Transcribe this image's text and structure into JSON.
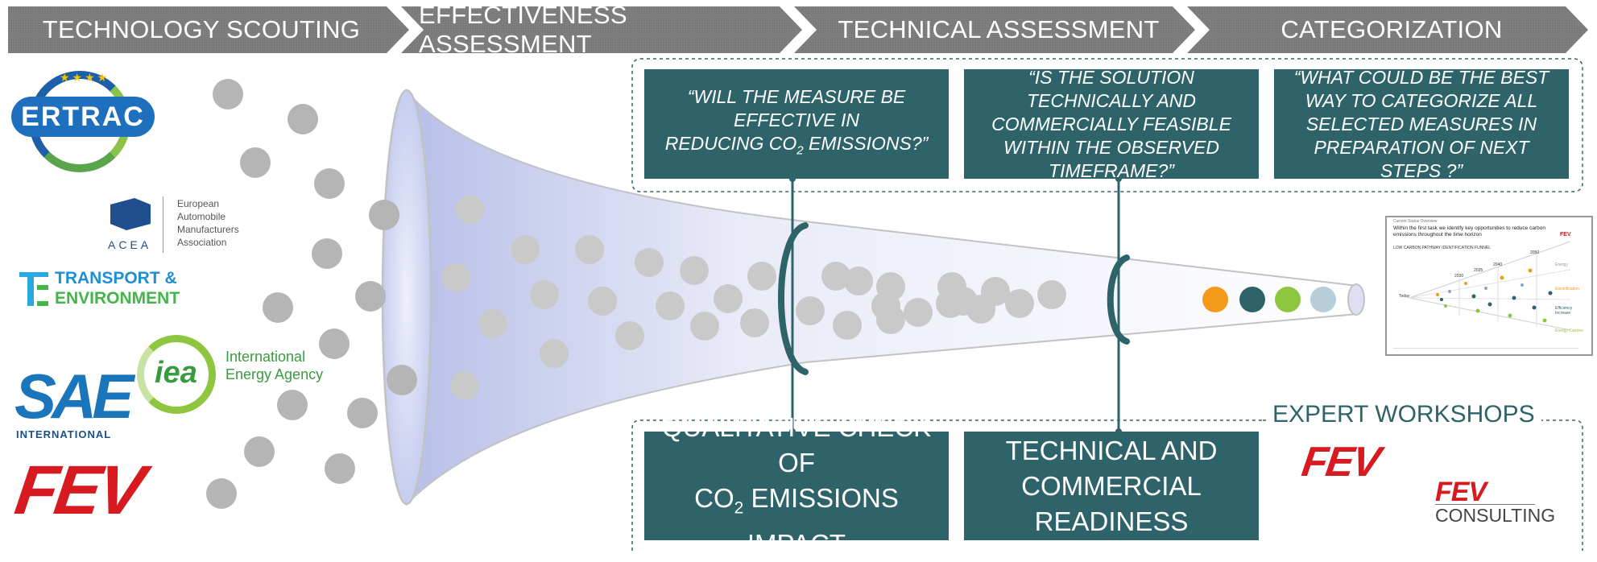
{
  "phases": [
    "TECHNOLOGY SCOUTING",
    "EFFECTIVENESS ASSESSMENT",
    "TECHNICAL ASSESSMENT",
    "CATEGORIZATION"
  ],
  "questions": [
    {
      "line1": "“WILL THE MEASURE BE EFFECTIVE IN",
      "line2_pre": "REDUCING CO",
      "line2_sub": "2",
      "line2_post": " EMISSIONS?”"
    },
    {
      "text": "“IS THE SOLUTION TECHNICALLY AND COMMERCIALLY FEASIBLE WITHIN THE OBSERVED TIMEFRAME?”"
    },
    {
      "text": "“WHAT COULD BE THE BEST WAY TO CATEGORIZE ALL SELECTED MEASURES IN PREPARATION OF NEXT STEPS ?”"
    }
  ],
  "checks": [
    {
      "line1": "QUALITATIVE CHECK OF",
      "line2_pre": "CO",
      "line2_sub": "2",
      "line2_post": " EMISSIONS IMPACT"
    },
    {
      "text": "TECHNICAL AND COMMERCIAL READINESS"
    }
  ],
  "expert_workshops": "EXPERT WORKSHOPS",
  "logos": {
    "ertrac": "ERTRAC",
    "acea_short": "ACEA",
    "acea_full": [
      "European",
      "Automobile",
      "Manufacturers",
      "Association"
    ],
    "te": [
      "TRANSPORT &",
      "ENVIRONMENT"
    ],
    "sae": "SAE",
    "sae_sub": "INTERNATIONAL",
    "iea": "iea",
    "iea_full": [
      "International",
      "Energy Agency"
    ],
    "fev": "FEV",
    "fev_consulting": "CONSULTING"
  },
  "thumbnail": {
    "header": "Current Status Overview",
    "title": "Within the first task we identify key opportunities to reduce carbon emissions throughout the time horizon",
    "subtitle": "LOW CARBON PATHWAY IDENTIFICATION FUNNEL",
    "years": [
      "2030",
      "2040",
      "2050",
      "2035"
    ],
    "start": "Today",
    "categories": [
      "Energy",
      "Electrification",
      "Efficiency Increase",
      "Energy Carriers"
    ]
  },
  "colors": {
    "banner": "#7a7a7a",
    "teal": "#2e6469",
    "fev_red": "#d71920",
    "output_dots": [
      "#f39a1d",
      "#2e6469",
      "#8dc63f",
      "#b7cdd9"
    ]
  }
}
